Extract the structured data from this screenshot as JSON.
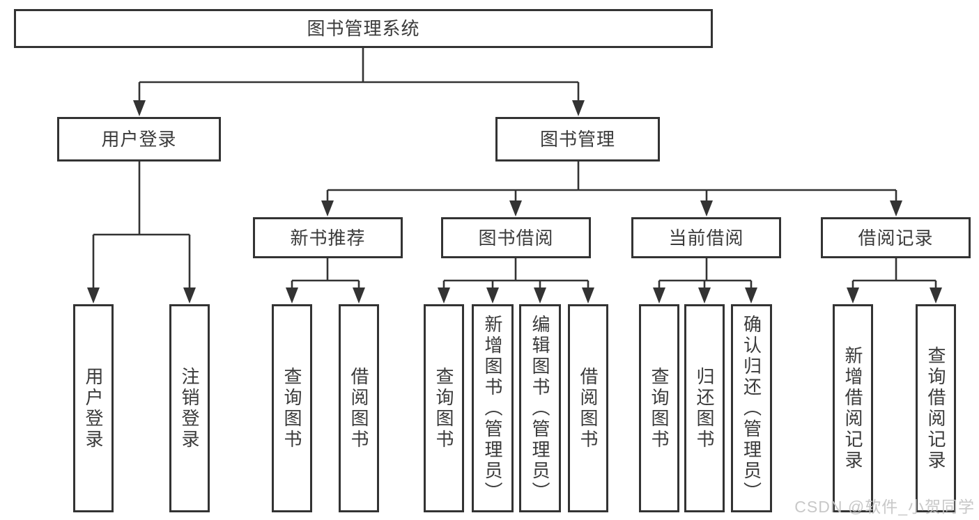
{
  "tree": {
    "root": {
      "label": "图书管理系统"
    },
    "branches": [
      {
        "label": "用户登录",
        "children": [
          {
            "label": "用户登录"
          },
          {
            "label": "注销登录"
          }
        ]
      },
      {
        "label": "图书管理",
        "children": [
          {
            "label": "新书推荐",
            "children": [
              {
                "label": "查询图书"
              },
              {
                "label": "借阅图书"
              }
            ]
          },
          {
            "label": "图书借阅",
            "children": [
              {
                "label": "查询图书"
              },
              {
                "label": "新增图书（管理员）"
              },
              {
                "label": "编辑图书（管理员）"
              },
              {
                "label": "借阅图书"
              }
            ]
          },
          {
            "label": "当前借阅",
            "children": [
              {
                "label": "查询图书"
              },
              {
                "label": "归还图书"
              },
              {
                "label": "确认归还（管理员）"
              }
            ]
          },
          {
            "label": "借阅记录",
            "children": [
              {
                "label": "新增借阅记录"
              },
              {
                "label": "查询借阅记录"
              }
            ]
          }
        ]
      }
    ]
  },
  "watermark": {
    "text": "CSDN @软件_小贺同学"
  },
  "colors": {
    "line": "#333333",
    "box_border": "#333333",
    "box_fill": "#ffffff",
    "text": "#3a3a3a",
    "watermark": "#c4c4c4",
    "background": "#ffffff"
  }
}
